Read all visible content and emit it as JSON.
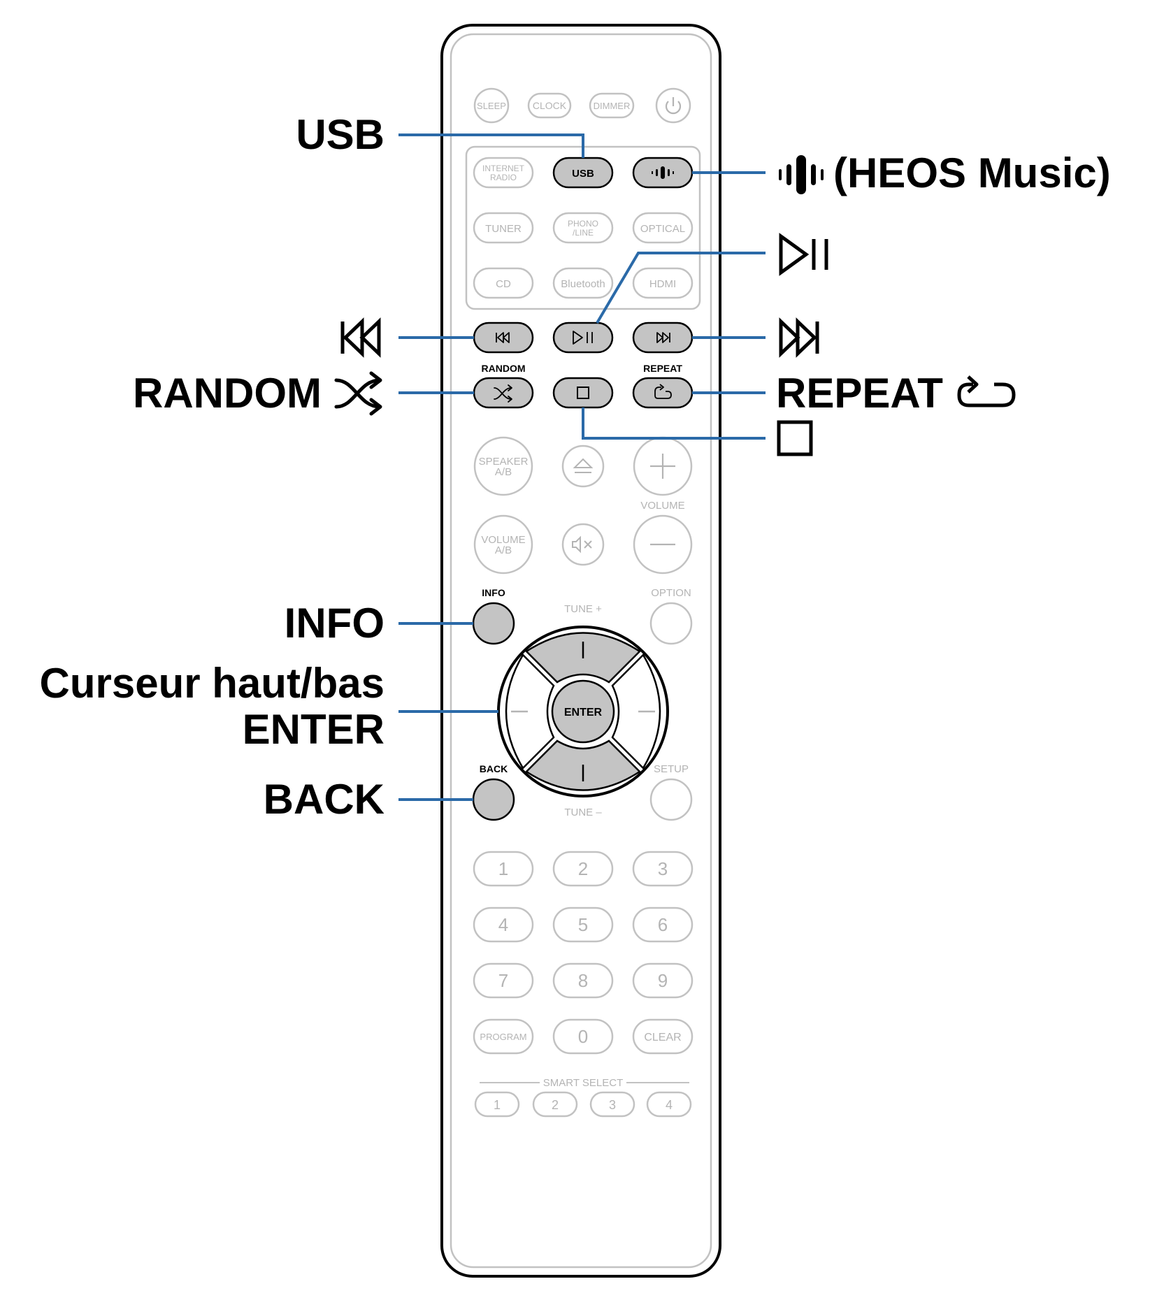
{
  "callouts": {
    "usb": "USB",
    "heos": "(HEOS Music)",
    "random": "RANDOM",
    "repeat": "REPEAT",
    "info": "INFO",
    "cursor_line1": "Curseur haut/bas",
    "cursor_line2": "ENTER",
    "back": "BACK"
  },
  "remote": {
    "top_buttons": [
      "SLEEP",
      "CLOCK",
      "DIMMER"
    ],
    "source_buttons": {
      "internet_radio_line1": "INTERNET",
      "internet_radio_line2": "RADIO",
      "usb": "USB",
      "tuner": "TUNER",
      "phono_line1": "PHONO",
      "phono_line2": "/LINE",
      "optical": "OPTICAL",
      "cd": "CD",
      "bluetooth": "Bluetooth",
      "hdmi": "HDMI"
    },
    "random_label": "RANDOM",
    "repeat_label": "REPEAT",
    "speaker_line1": "SPEAKER",
    "speaker_line2": "A/B",
    "volume_label": "VOLUME",
    "volume_ab_line1": "VOLUME",
    "volume_ab_line2": "A/B",
    "info_label": "INFO",
    "option_label": "OPTION",
    "tune_plus": "TUNE +",
    "tune_minus": "TUNE –",
    "enter": "ENTER",
    "back_label": "BACK",
    "setup_label": "SETUP",
    "numbers": [
      "1",
      "2",
      "3",
      "4",
      "5",
      "6",
      "7",
      "8",
      "9"
    ],
    "program": "PROGRAM",
    "zero": "0",
    "clear": "CLEAR",
    "smart_select": "SMART SELECT",
    "smart_numbers": [
      "1",
      "2",
      "3",
      "4"
    ]
  },
  "colors": {
    "leader_line": "#2b6aa8",
    "highlight_fill": "#c4c4c4",
    "faded_outline": "#c2c2c2",
    "faded_text": "#b4b4b4"
  }
}
